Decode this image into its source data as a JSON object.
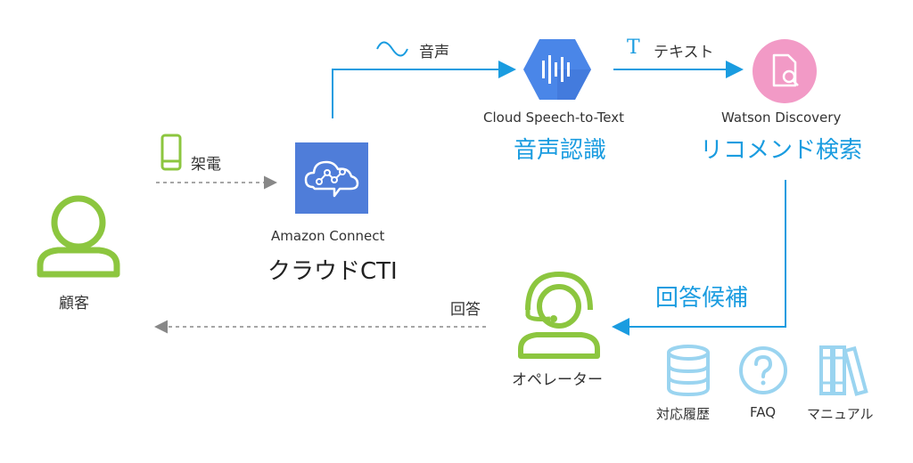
{
  "colors": {
    "accent_blue": "#1a9ce0",
    "green": "#8cc63f",
    "connect_blue": "#4f7dd9",
    "gcp_blue": "#4a86e8",
    "pink": "#f29ac6",
    "light_blue": "#9ad4f0",
    "gray_arrow": "#888888"
  },
  "customer": {
    "label": "顧客",
    "icon": "person-icon"
  },
  "call": {
    "label": "架電",
    "icon": "smartphone-icon"
  },
  "connect": {
    "service": "Amazon Connect",
    "role": "クラウドCTI",
    "icon": "cloud-chat-icon"
  },
  "voice": {
    "label": "音声",
    "icon": "wave-icon"
  },
  "speech": {
    "service": "Cloud Speech-to-Text",
    "role": "音声認識",
    "icon": "speech-to-text-icon"
  },
  "text_flow": {
    "label": "テキスト",
    "icon": "text-t-icon"
  },
  "discovery": {
    "service": "Watson Discovery",
    "role": "リコメンド検索",
    "icon": "document-search-icon"
  },
  "candidates": {
    "label": "回答候補"
  },
  "operator": {
    "label": "オペレーター",
    "icon": "headset-person-icon"
  },
  "answer": {
    "label": "回答"
  },
  "resources": [
    {
      "label": "対応履歴",
      "icon": "database-icon"
    },
    {
      "label": "FAQ",
      "icon": "question-icon"
    },
    {
      "label": "マニュアル",
      "icon": "books-icon"
    }
  ]
}
